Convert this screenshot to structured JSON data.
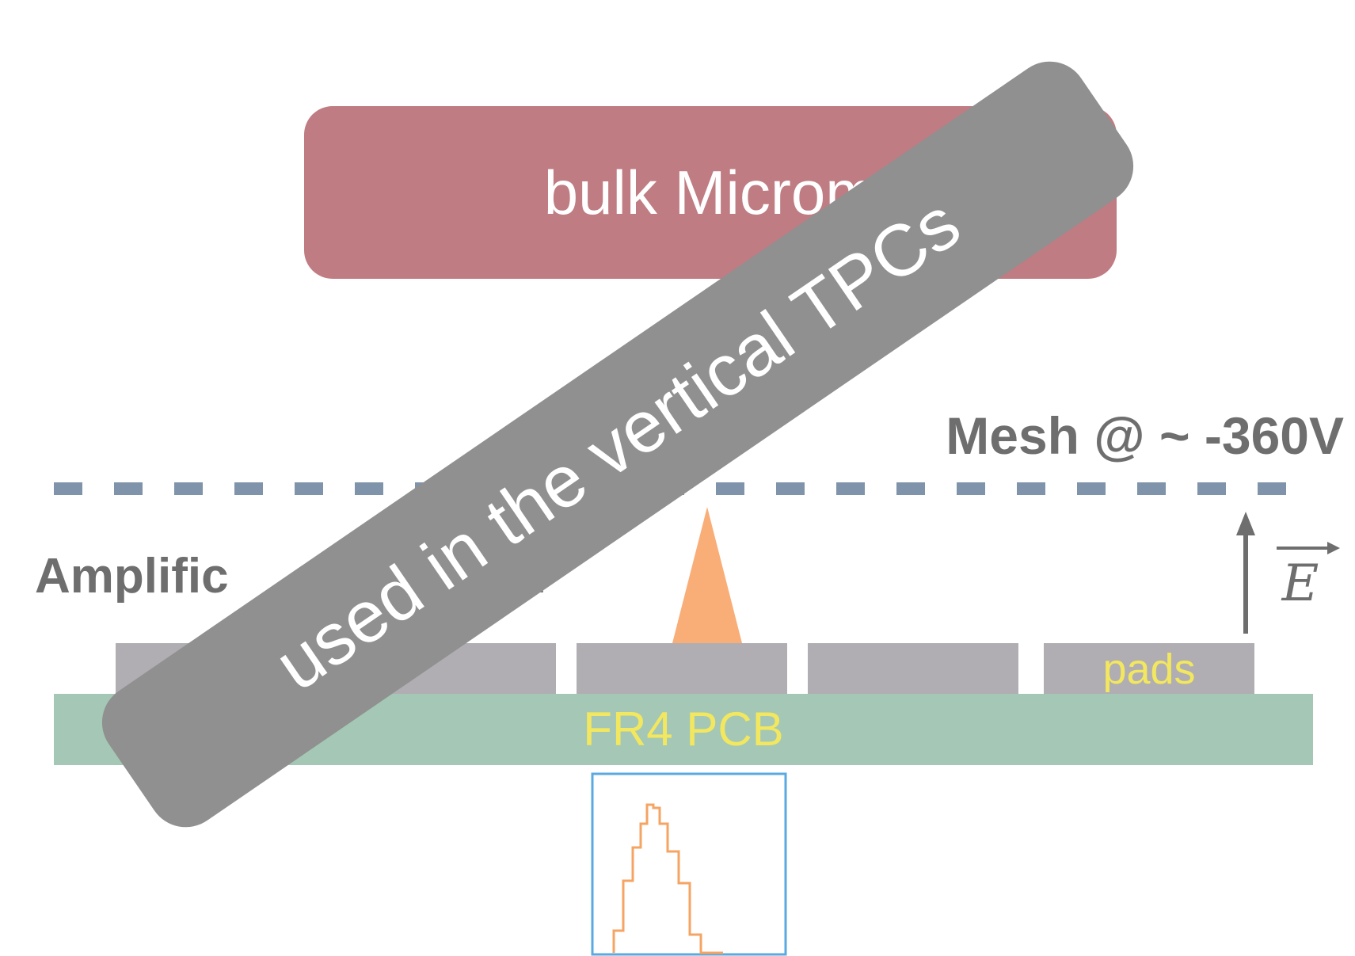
{
  "diagram": {
    "title": "bulk Microm",
    "mesh_label": "Mesh @ ~ -360V",
    "gap_label": "Amplific            128µm",
    "pads_label": "pads",
    "pcb_label": "FR4 PCB",
    "field_symbol": "E",
    "colors": {
      "title_box": "#bf7c82",
      "mesh": "#7f93aa",
      "pads": "#b0aeb2",
      "pcb": "#a4c8b5",
      "label_yellow": "#f2e75e",
      "avalanche": "#f9ad77",
      "signal_frame": "#5aa9e0",
      "signal_trace": "#f5a463",
      "overlay": "#909090"
    }
  },
  "overlay": {
    "text": "used in the vertical TPCs"
  }
}
